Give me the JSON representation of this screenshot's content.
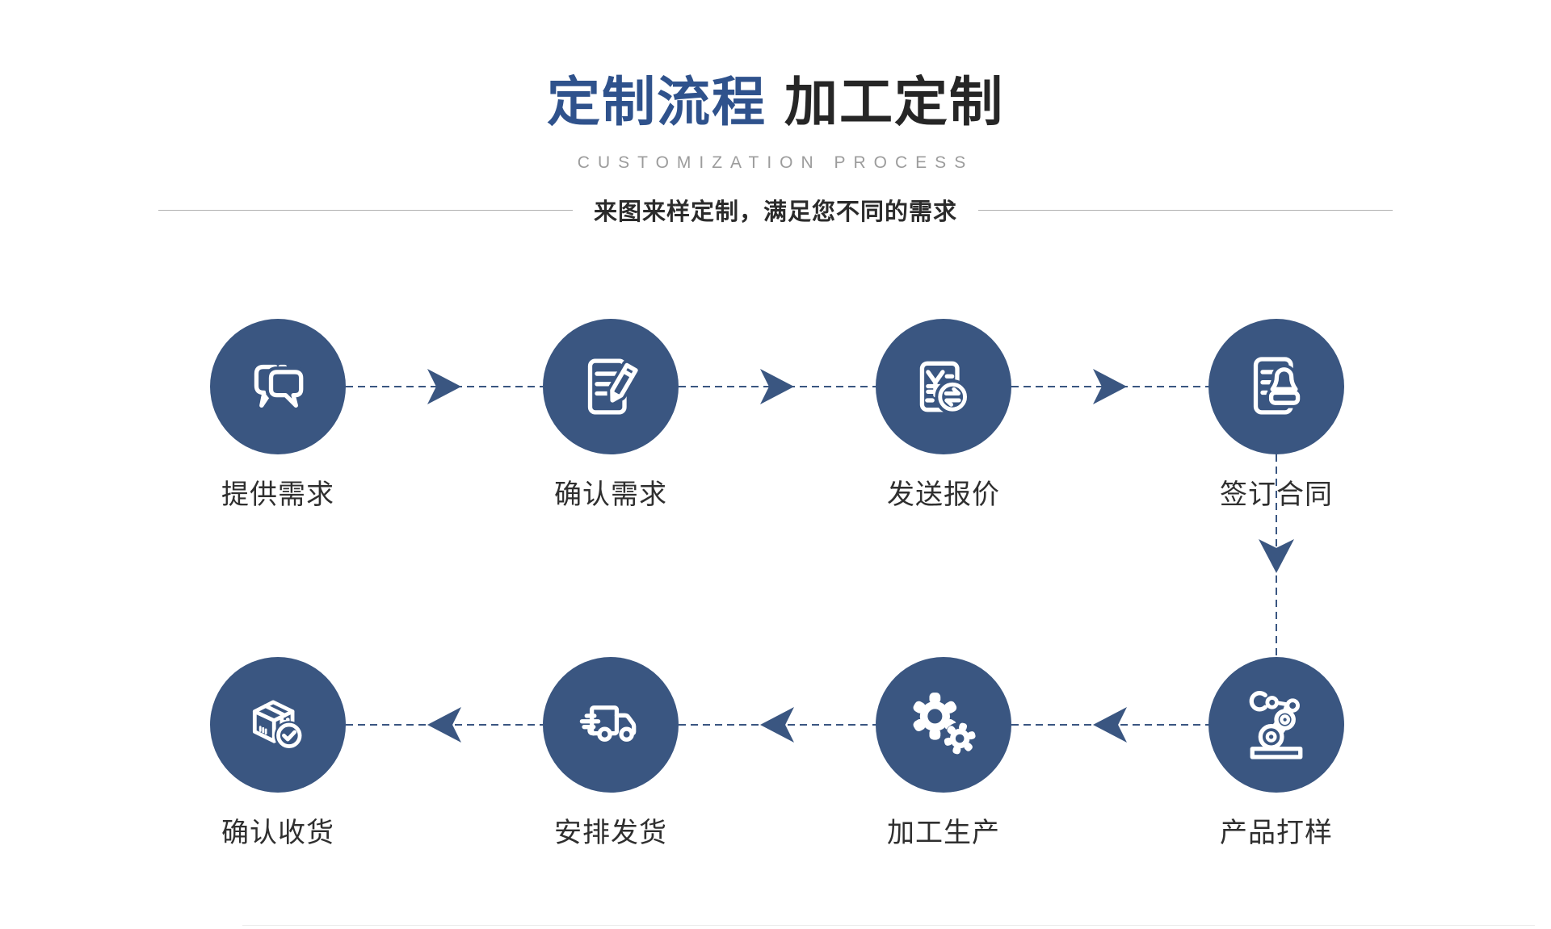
{
  "page": {
    "title_primary": "定制流程",
    "title_secondary": "加工定制",
    "subtitle": "CUSTOMIZATION PROCESS",
    "tagline": "来图来样定制，满足您不同的需求"
  },
  "colors": {
    "accent_blue": "#3A5681",
    "title_blue": "#2F528C",
    "title_dark": "#262626",
    "label_dark": "#2F2F2F",
    "subtitle_gray": "#9C9C9C",
    "divider_gray": "#B0B0B0",
    "icon_stroke": "#FFFFFF"
  },
  "steps": {
    "row1": [
      {
        "label": "提供需求",
        "icon": "chat-bubbles-icon"
      },
      {
        "label": "确认需求",
        "icon": "document-edit-icon"
      },
      {
        "label": "发送报价",
        "icon": "quote-exchange-icon"
      },
      {
        "label": "签订合同",
        "icon": "contract-stamp-icon"
      }
    ],
    "row2": [
      {
        "label": "确认收货",
        "icon": "package-check-icon"
      },
      {
        "label": "安排发货",
        "icon": "delivery-truck-icon"
      },
      {
        "label": "加工生产",
        "icon": "gears-icon"
      },
      {
        "label": "产品打样",
        "icon": "robot-arm-icon"
      }
    ]
  },
  "flow": {
    "row1_direction": "right",
    "row2_direction": "left",
    "connector_style": "dashed",
    "turn": "签订合同 → 产品打样 (down)"
  }
}
